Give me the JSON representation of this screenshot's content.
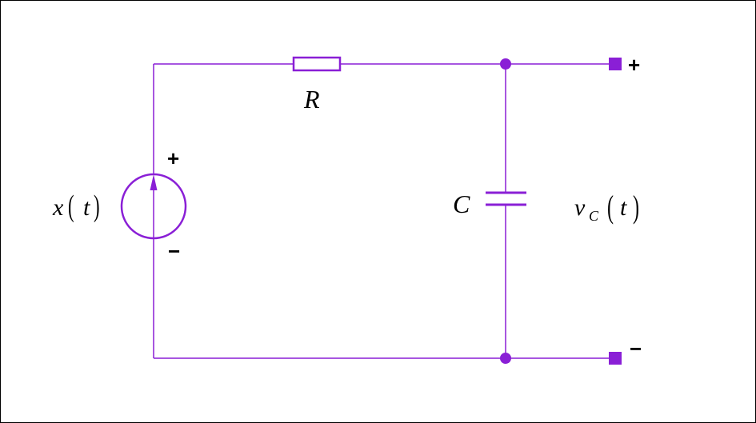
{
  "colors": {
    "wire": "#8a1fd6",
    "terminal": "#8a1fd6",
    "text": "#000000",
    "frame": "#000000",
    "background": "#ffffff"
  },
  "source": {
    "label_var": "x",
    "label_paren_open": "(",
    "label_arg": "t",
    "label_paren_close": ")",
    "plus_sign": "+",
    "minus_sign": "−",
    "icon": "current-source-arrow-icon"
  },
  "resistor": {
    "label": "R"
  },
  "capacitor": {
    "label": "C"
  },
  "output": {
    "label_var": "v",
    "label_sub": "C",
    "label_paren_open": "(",
    "label_arg": "t",
    "label_paren_close": ")",
    "plus_sign": "+",
    "minus_sign": "−"
  }
}
